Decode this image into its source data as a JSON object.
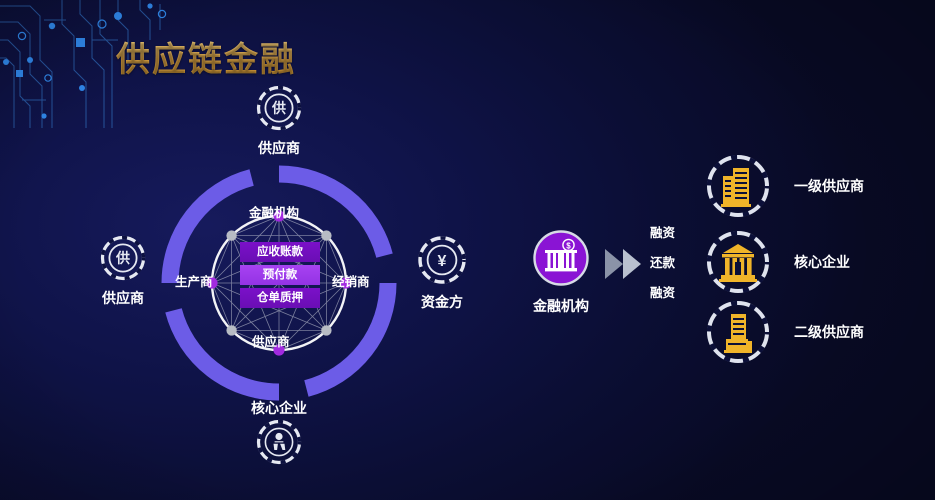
{
  "slide": {
    "title": "供应链金融",
    "background_color": "#0a0d2e",
    "title_color": "#e2a948"
  },
  "decoration": {
    "circuit_icon": "circuit-board-pattern",
    "accent_color": "#2f6fd0"
  },
  "left_cluster": {
    "ring_color": "#6c5ce7",
    "nodes": [
      {
        "position": "top",
        "icon": "supplier-glyph-icon",
        "glyph": "供",
        "label": "供应商"
      },
      {
        "position": "left",
        "icon": "supplier-glyph-icon",
        "glyph": "供",
        "label": "供应商"
      },
      {
        "position": "bottom",
        "icon": "core-enterprise-people-icon",
        "glyph": "",
        "label": "核心企业"
      }
    ],
    "inner_network": {
      "hub_labels": {
        "top": "金融机构",
        "left": "生产商",
        "right": "经销商",
        "bottom": "供应商"
      },
      "node_colors": {
        "primary": "#a22ae0",
        "secondary": "#b8bcc4"
      },
      "circle_color": "#ffffff",
      "products": [
        {
          "label": "应收账款",
          "style": "dark",
          "color": "#6a0eb4"
        },
        {
          "label": "预付款",
          "style": "light",
          "color": "#a742f2"
        },
        {
          "label": "仓单质押",
          "style": "dark",
          "color": "#6a0eb4"
        }
      ]
    }
  },
  "capital_node": {
    "icon": "yuan-currency-icon",
    "glyph": "¥",
    "label": "资金方"
  },
  "financial_institution": {
    "icon": "bank-building-dollar-icon",
    "label": "金融机构",
    "color": "#8a14d4"
  },
  "flow": {
    "arrow_icon": "double-chevron-right-icon",
    "labels": [
      "融资",
      "还款",
      "融资"
    ]
  },
  "right_column": {
    "icon_color": "#f0b429",
    "items": [
      {
        "icon": "office-building-icon",
        "label": "一级供应商"
      },
      {
        "icon": "classical-bank-icon",
        "label": "核心企业"
      },
      {
        "icon": "warehouse-building-icon",
        "label": "二级供应商"
      }
    ]
  }
}
